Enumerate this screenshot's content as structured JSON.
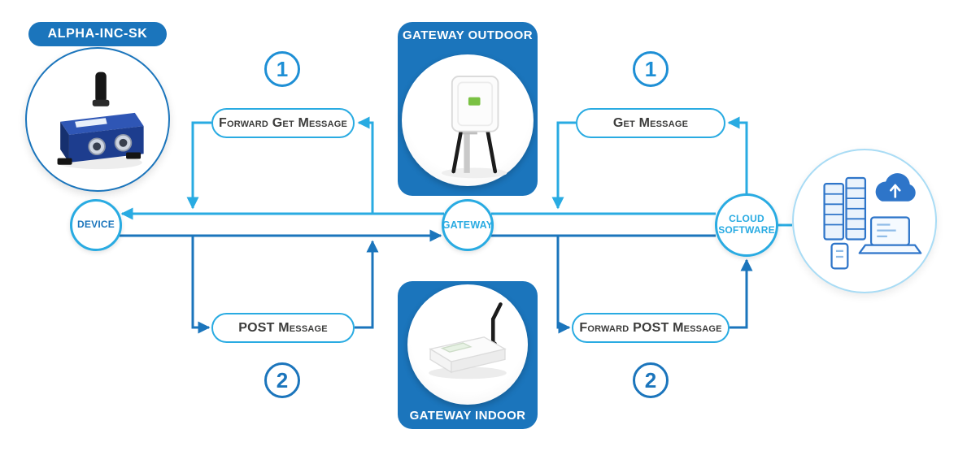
{
  "palette": {
    "card_blue": "#1B75BC",
    "step1": "#29ABE2",
    "step2": "#1B75BC",
    "pill_border": "#29ABE2",
    "pill_text": "#3C3C3B",
    "badge1": "#1E8FD5",
    "badge2": "#1B75BC",
    "device_text": "#1B75BC",
    "cyan_text": "#29ABE2",
    "header_text": "#FFFFFF"
  },
  "cards": {
    "device": {
      "label": "ALPHA-INC-SK"
    },
    "gateway_outdoor": {
      "label": "GATEWAY OUTDOOR"
    },
    "gateway_indoor": {
      "label": "GATEWAY INDOOR"
    }
  },
  "nodes": {
    "device": {
      "label": "DEVICE"
    },
    "gateway": {
      "label": "GATEWAY"
    },
    "cloud": {
      "label_line1": "CLOUD",
      "label_line2": "SOFTWARE"
    }
  },
  "messages": {
    "forward_get": {
      "label": "Forward Get Message",
      "step": "1",
      "direction": "gateway-to-device"
    },
    "get": {
      "label": "Get Message",
      "step": "1",
      "direction": "cloud-to-gateway"
    },
    "post": {
      "label": "POST Message",
      "step": "2",
      "direction": "device-to-gateway"
    },
    "forward_post": {
      "label": "Forward POST Message",
      "step": "2",
      "direction": "gateway-to-cloud"
    }
  },
  "steps": {
    "one": "1",
    "two": "2"
  },
  "icons": {
    "device_photo": "industrial-sensor-with-antenna",
    "outdoor_gateway_photo": "outdoor-gateway-two-antennas",
    "indoor_gateway_photo": "indoor-gateway-router",
    "cloud_illustration": "servers-cloud-laptop"
  }
}
